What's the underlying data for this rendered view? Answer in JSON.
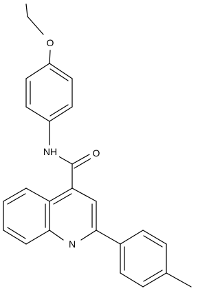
{
  "atoms": {
    "oxygen_ether": "O",
    "nitrogen_amide": "NH",
    "oxygen_carbonyl": "O",
    "nitrogen_ring": "N"
  }
}
